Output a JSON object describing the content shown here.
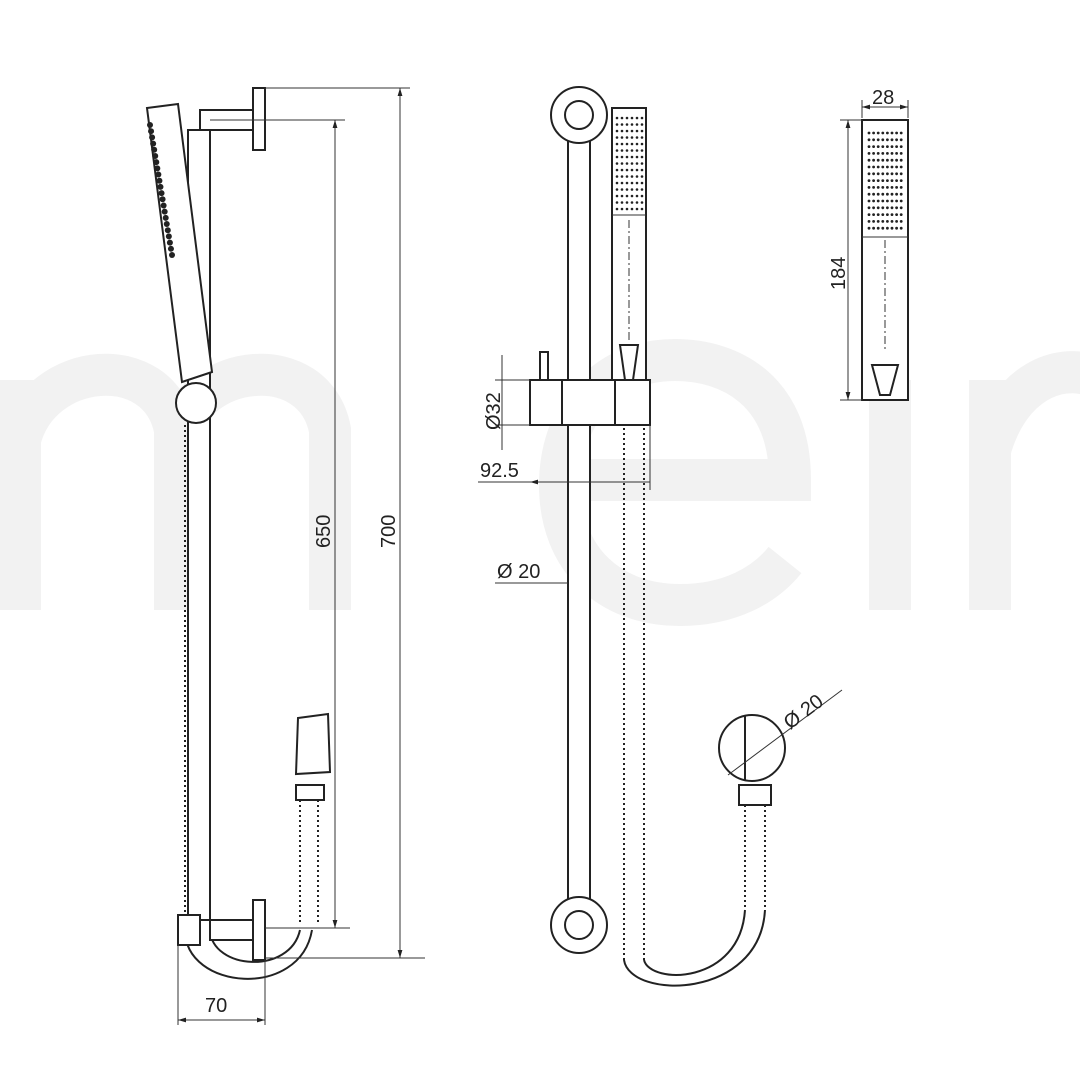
{
  "watermark": "meir",
  "dimensions": {
    "handset_width": "28",
    "handset_length": "184",
    "slider_diameter": "Ø32",
    "slider_projection": "92.5",
    "rail_diameter": "Ø 20",
    "outlet_diameter": "Ø 20",
    "bracket_spacing": "650",
    "overall_height": "700",
    "rail_offset": "70"
  },
  "colors": {
    "line": "#222222",
    "watermark": "#f2f2f2"
  }
}
